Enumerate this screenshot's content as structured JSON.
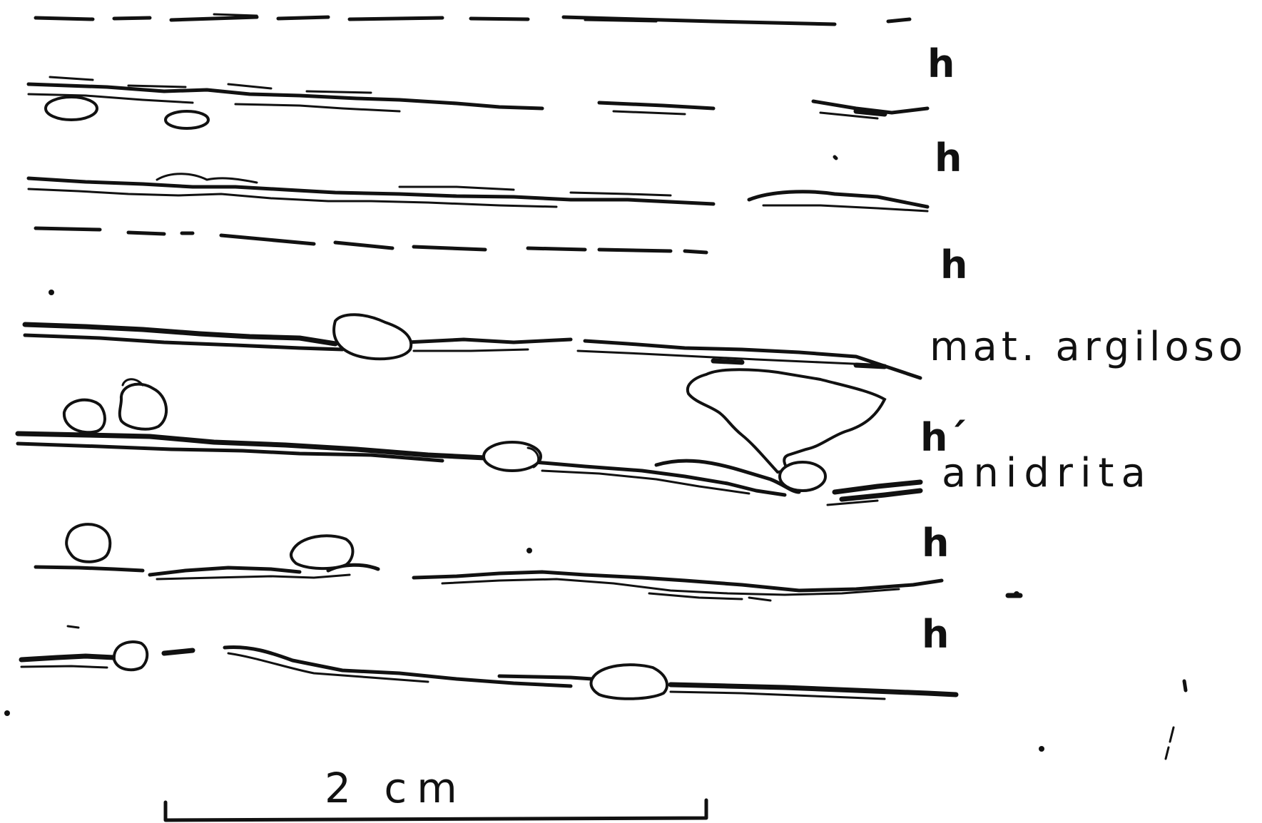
{
  "labels": {
    "h1": "h",
    "h2": "h",
    "h3": "h",
    "mat_argiloso": "mat. argiloso",
    "h_prime": "h´",
    "anidrita": "anidrita",
    "h4": "h",
    "h5": "h"
  },
  "scale_bar": {
    "label": "2 cm"
  },
  "colors": {
    "ink": "#111111",
    "paper": "#ffffff"
  }
}
